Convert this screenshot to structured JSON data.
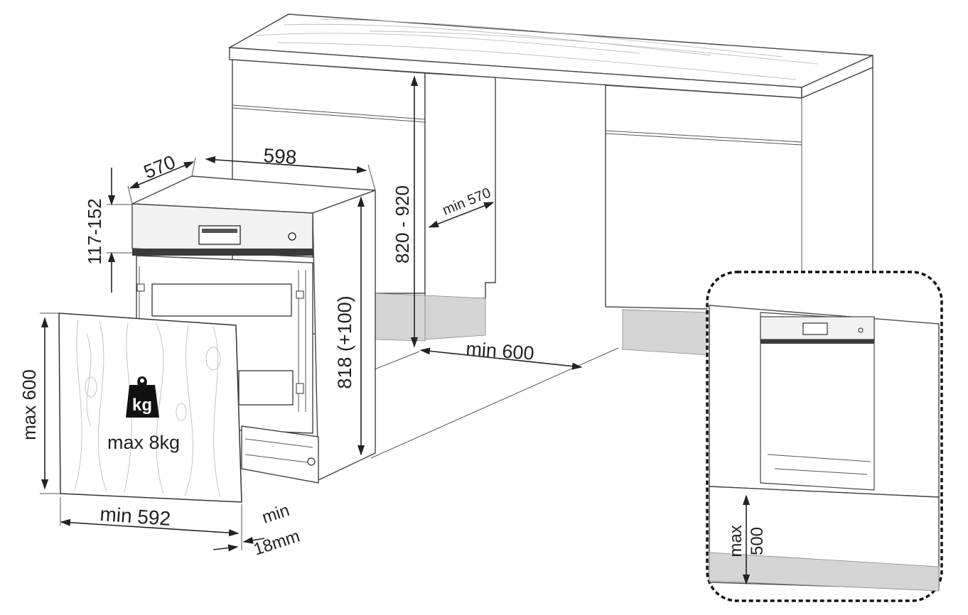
{
  "dimensions": {
    "depth": "570",
    "width": "598",
    "panel_height_range": "117-152",
    "counter_height": "820 - 920",
    "niche_depth": "min 570",
    "appliance_height": "818 (+100)",
    "niche_width": "min 600",
    "door_max_height": "max 600",
    "door_min_width": "min 592",
    "door_thickness_line1": "min",
    "door_thickness_line2": "18mm",
    "inset_max_line1": "max",
    "inset_max_line2": "500"
  },
  "weight": {
    "icon_text": "kg",
    "label": "max 8kg"
  },
  "icons": [
    "weight-icon"
  ]
}
